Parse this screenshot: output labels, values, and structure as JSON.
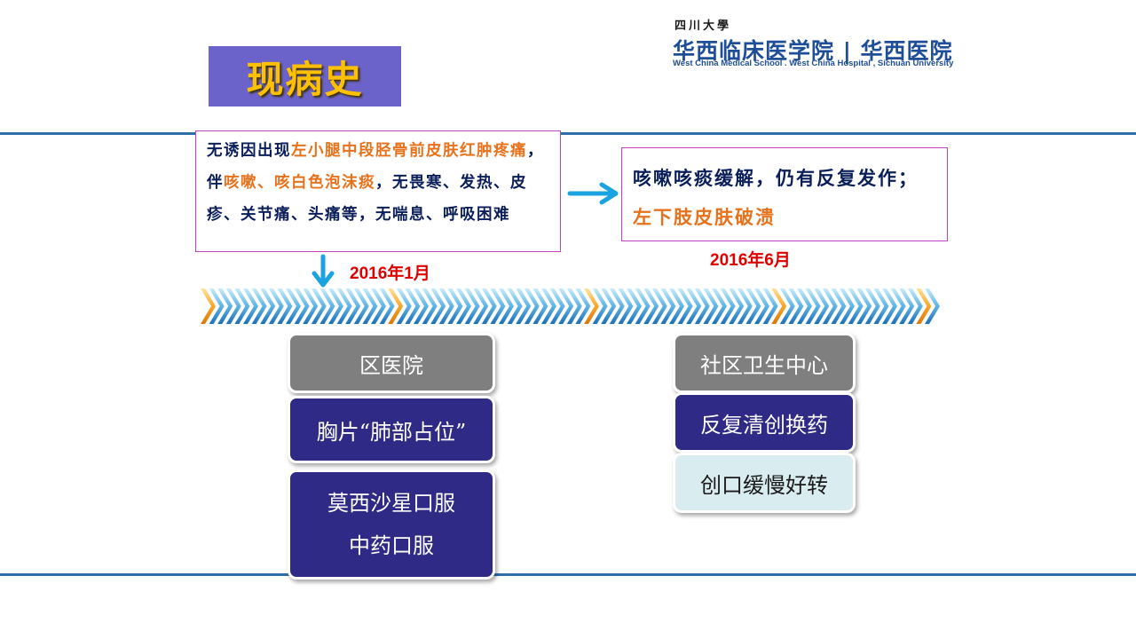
{
  "title": "现病史",
  "logo": {
    "university_cn": "四川大學",
    "name_cn": "华西临床医学院 | 华西医院",
    "name_en": "West China Medical School . West China Hospital , Sichuan University"
  },
  "event1": {
    "seg1": "无诱因出现",
    "seg2": "左小腿中段胫骨前皮肤红肿疼痛",
    "seg3": "，伴",
    "seg4": "咳嗽、咳白色泡沫痰",
    "seg5": "，无畏寒、发热、皮疹、关节痛、头痛等，无喘息、呼吸困难"
  },
  "event1_date": "2016年1月",
  "event2": {
    "seg1": "咳嗽咳痰缓解，仍有反复发作；",
    "seg2": "左下肢皮肤破溃"
  },
  "event2_date": "2016年6月",
  "left_column": {
    "header": "区医院",
    "item1": "胸片“肺部占位”",
    "item2_line1": "莫西沙星口服",
    "item2_line2": "中药口服"
  },
  "right_column": {
    "header": "社区卫生中心",
    "item1": "反复清创换药",
    "item2": "创口缓慢好转"
  },
  "colors": {
    "title_bg": "#6b63c9",
    "title_text": "#ffc000",
    "highlight": "#e8721c",
    "date": "#e00000",
    "navy_card": "#2e2a85",
    "gray_card": "#7f7f7f",
    "light_card": "#d9ecf0",
    "arrow": "#1aa3e0"
  }
}
